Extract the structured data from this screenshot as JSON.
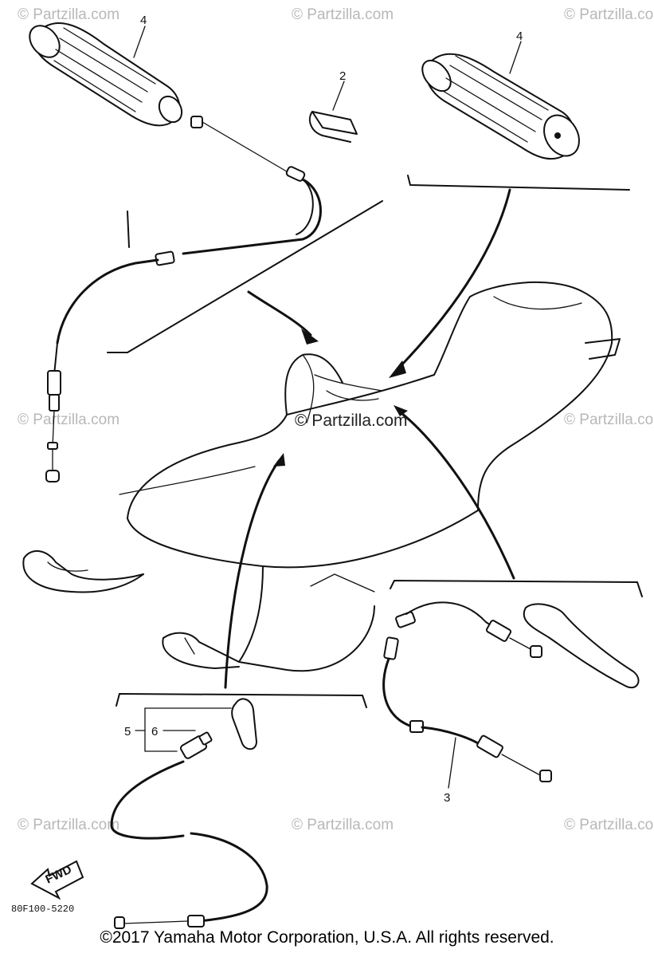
{
  "watermarks": {
    "corner": "© Partzilla.com",
    "center": "© Partzilla.com"
  },
  "callouts": {
    "grip_left": "4",
    "grip_right": "4",
    "clip": "2",
    "cable_brake": "3",
    "switch_5": "5",
    "switch_6": "6"
  },
  "fwd_label": "FWD",
  "diagram_code": "80F100-5220",
  "copyright": "©2017 Yamaha Motor Corporation, U.S.A. All rights reserved."
}
